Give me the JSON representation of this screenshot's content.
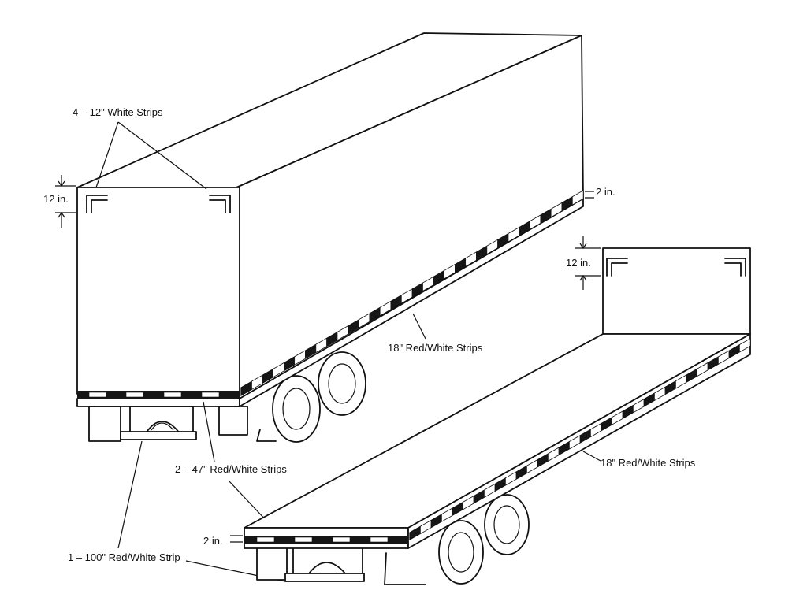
{
  "labels": {
    "white_strips": "4 – 12\" White Strips",
    "dim_12_van": "12 in.",
    "dim_2_van": "2 in.",
    "side_strips_van": "18\" Red/White Strips",
    "rear_strips": "2 – 47\" Red/White Strips",
    "bumper_strip": "1 – 100\" Red/White Strip",
    "dim_12_flat": "12 in.",
    "side_strips_flat": "18\" Red/White Strips",
    "dim_2_flat": "2 in."
  },
  "colors": {
    "line": "#111111",
    "strip_dark": "#161616",
    "strip_light": "#ffffff",
    "background": "#ffffff"
  }
}
